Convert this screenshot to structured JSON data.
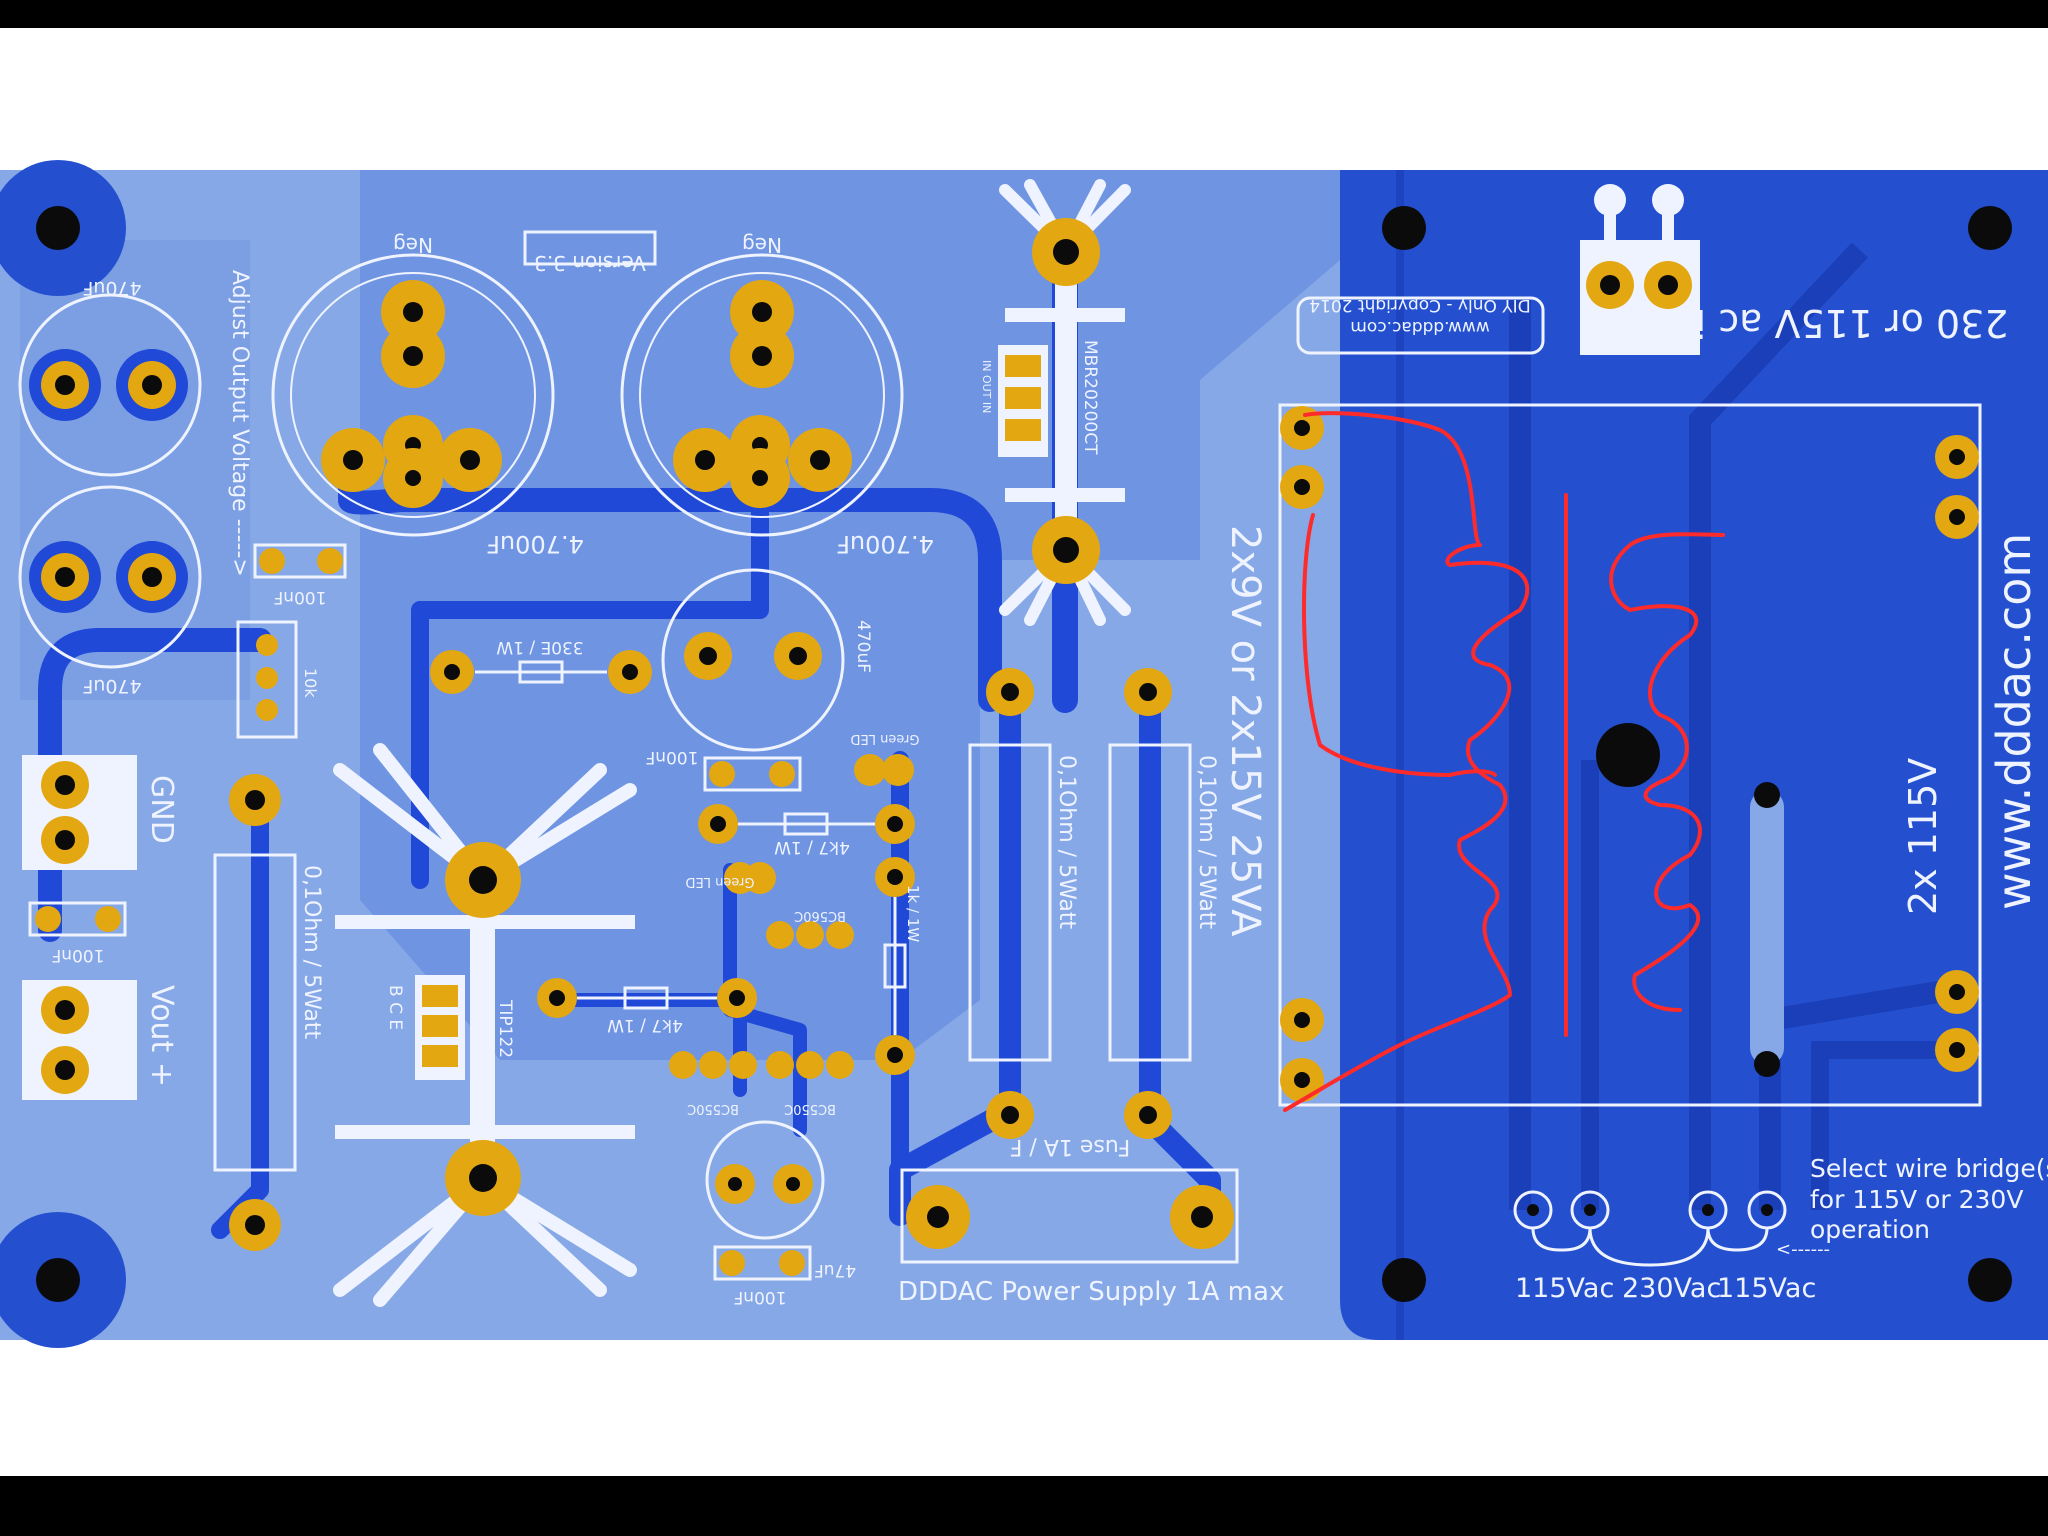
{
  "colors": {
    "board_light": "#86a8e6",
    "board_mid": "#5e86e0",
    "ground_plane": "#2450d0",
    "trace": "#1f49d6",
    "pad": "#e3a712",
    "silkscreen": "#eef3ff",
    "annotation_red": "#ff2a2a",
    "mount_hole": "#0b0b0b"
  },
  "board": {
    "title": "DDDAC Power Supply 1A max",
    "version": "Version 3.3",
    "copyright_line1": "DIY Only - Copyright 2014",
    "copyright_line2": "www.dddac.com",
    "website": "www.dddac.com",
    "ac_input": "230 or 115V ac in",
    "transformer_spec": "2x9V or 2x15V 25VA",
    "secondary_label": "2x 115V",
    "bridge_note_line1": "Select wire bridge(s)",
    "bridge_note_line2": "for 115V or 230V",
    "bridge_note_line3": "operation",
    "bridge_arrow": "<------",
    "tap_115_left": "115Vac",
    "tap_230": "230Vac",
    "tap_115_right": "115Vac",
    "adjust_label": "Adjust Output Voltage ----->",
    "fuse_label": "Fuse 1A / F",
    "gnd_label": "GND",
    "vout_label": "Vout +"
  },
  "components": {
    "cap_470uf_top": "470uF",
    "cap_470uf_bottom": "470uF",
    "cap_4700uf_left": "4.700uF",
    "cap_4700uf_right": "4.700uF",
    "neg_left": "Neg",
    "neg_right": "Neg",
    "cap_100nf_a": "100nF",
    "cap_100nf_b": "100nF",
    "cap_100nf_c": "100nF",
    "cap_100nf_d": "100nF",
    "cap_470uf_mid": "470uF",
    "cap_47uf": "47uF",
    "trimmer_10k": "10k",
    "resistor_330e": "330E / 1W",
    "resistor_4k7_a": "4k7 / 1W",
    "resistor_4k7_b": "4k7 / 1W",
    "resistor_1k": "1k / 1W",
    "shunt_left": "0,1Ohm / 5Watt",
    "shunt_mid": "0,1Ohm / 5Watt",
    "shunt_right": "0,1Ohm / 5Watt",
    "diode_mbr": "MBR20200CT",
    "tip122": "TIP122",
    "tip_pins": "B C E",
    "bc560c": "BC560C",
    "bc550c_a": "BC550C",
    "bc550c_b": "BC550C",
    "green_led_a": "Green LED",
    "green_led_b": "Green LED",
    "mbr_pins": "IN OUT IN"
  }
}
